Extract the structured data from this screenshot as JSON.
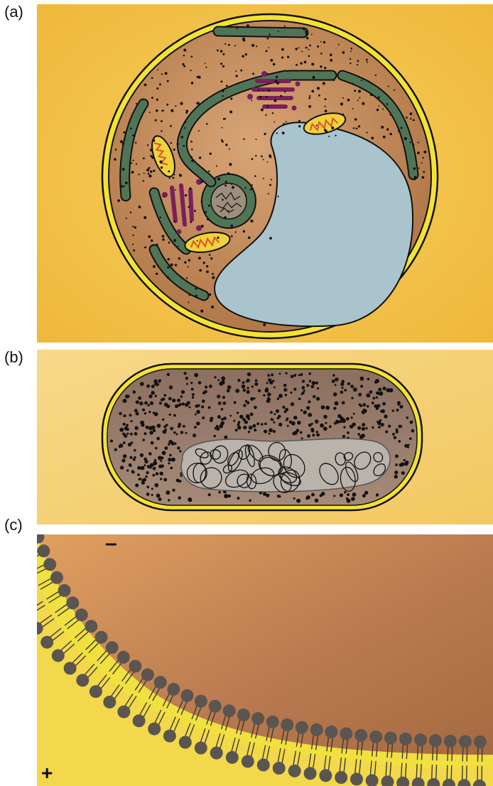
{
  "panels": [
    {
      "label": "(a)"
    },
    {
      "label": "(b)"
    },
    {
      "label": "(c)"
    }
  ],
  "panel_c": {
    "minus_sign": "–",
    "plus_sign": "+"
  },
  "colors": {
    "background_yellow": "#f2c14a",
    "cytoplasm_brown": "#c08a5c",
    "nucleus_blue": "#a9c4cc",
    "er_green": "#4f7556",
    "golgi_purple": "#7a1f5c",
    "mito_yellow": "#f0d23a",
    "mito_orange": "#d9532b",
    "membrane_yellow": "#f4e233",
    "head_gray": "#5a5550",
    "cell_b_brown": "#9a7a68",
    "nucleoid_gray": "#b9b3ac"
  }
}
